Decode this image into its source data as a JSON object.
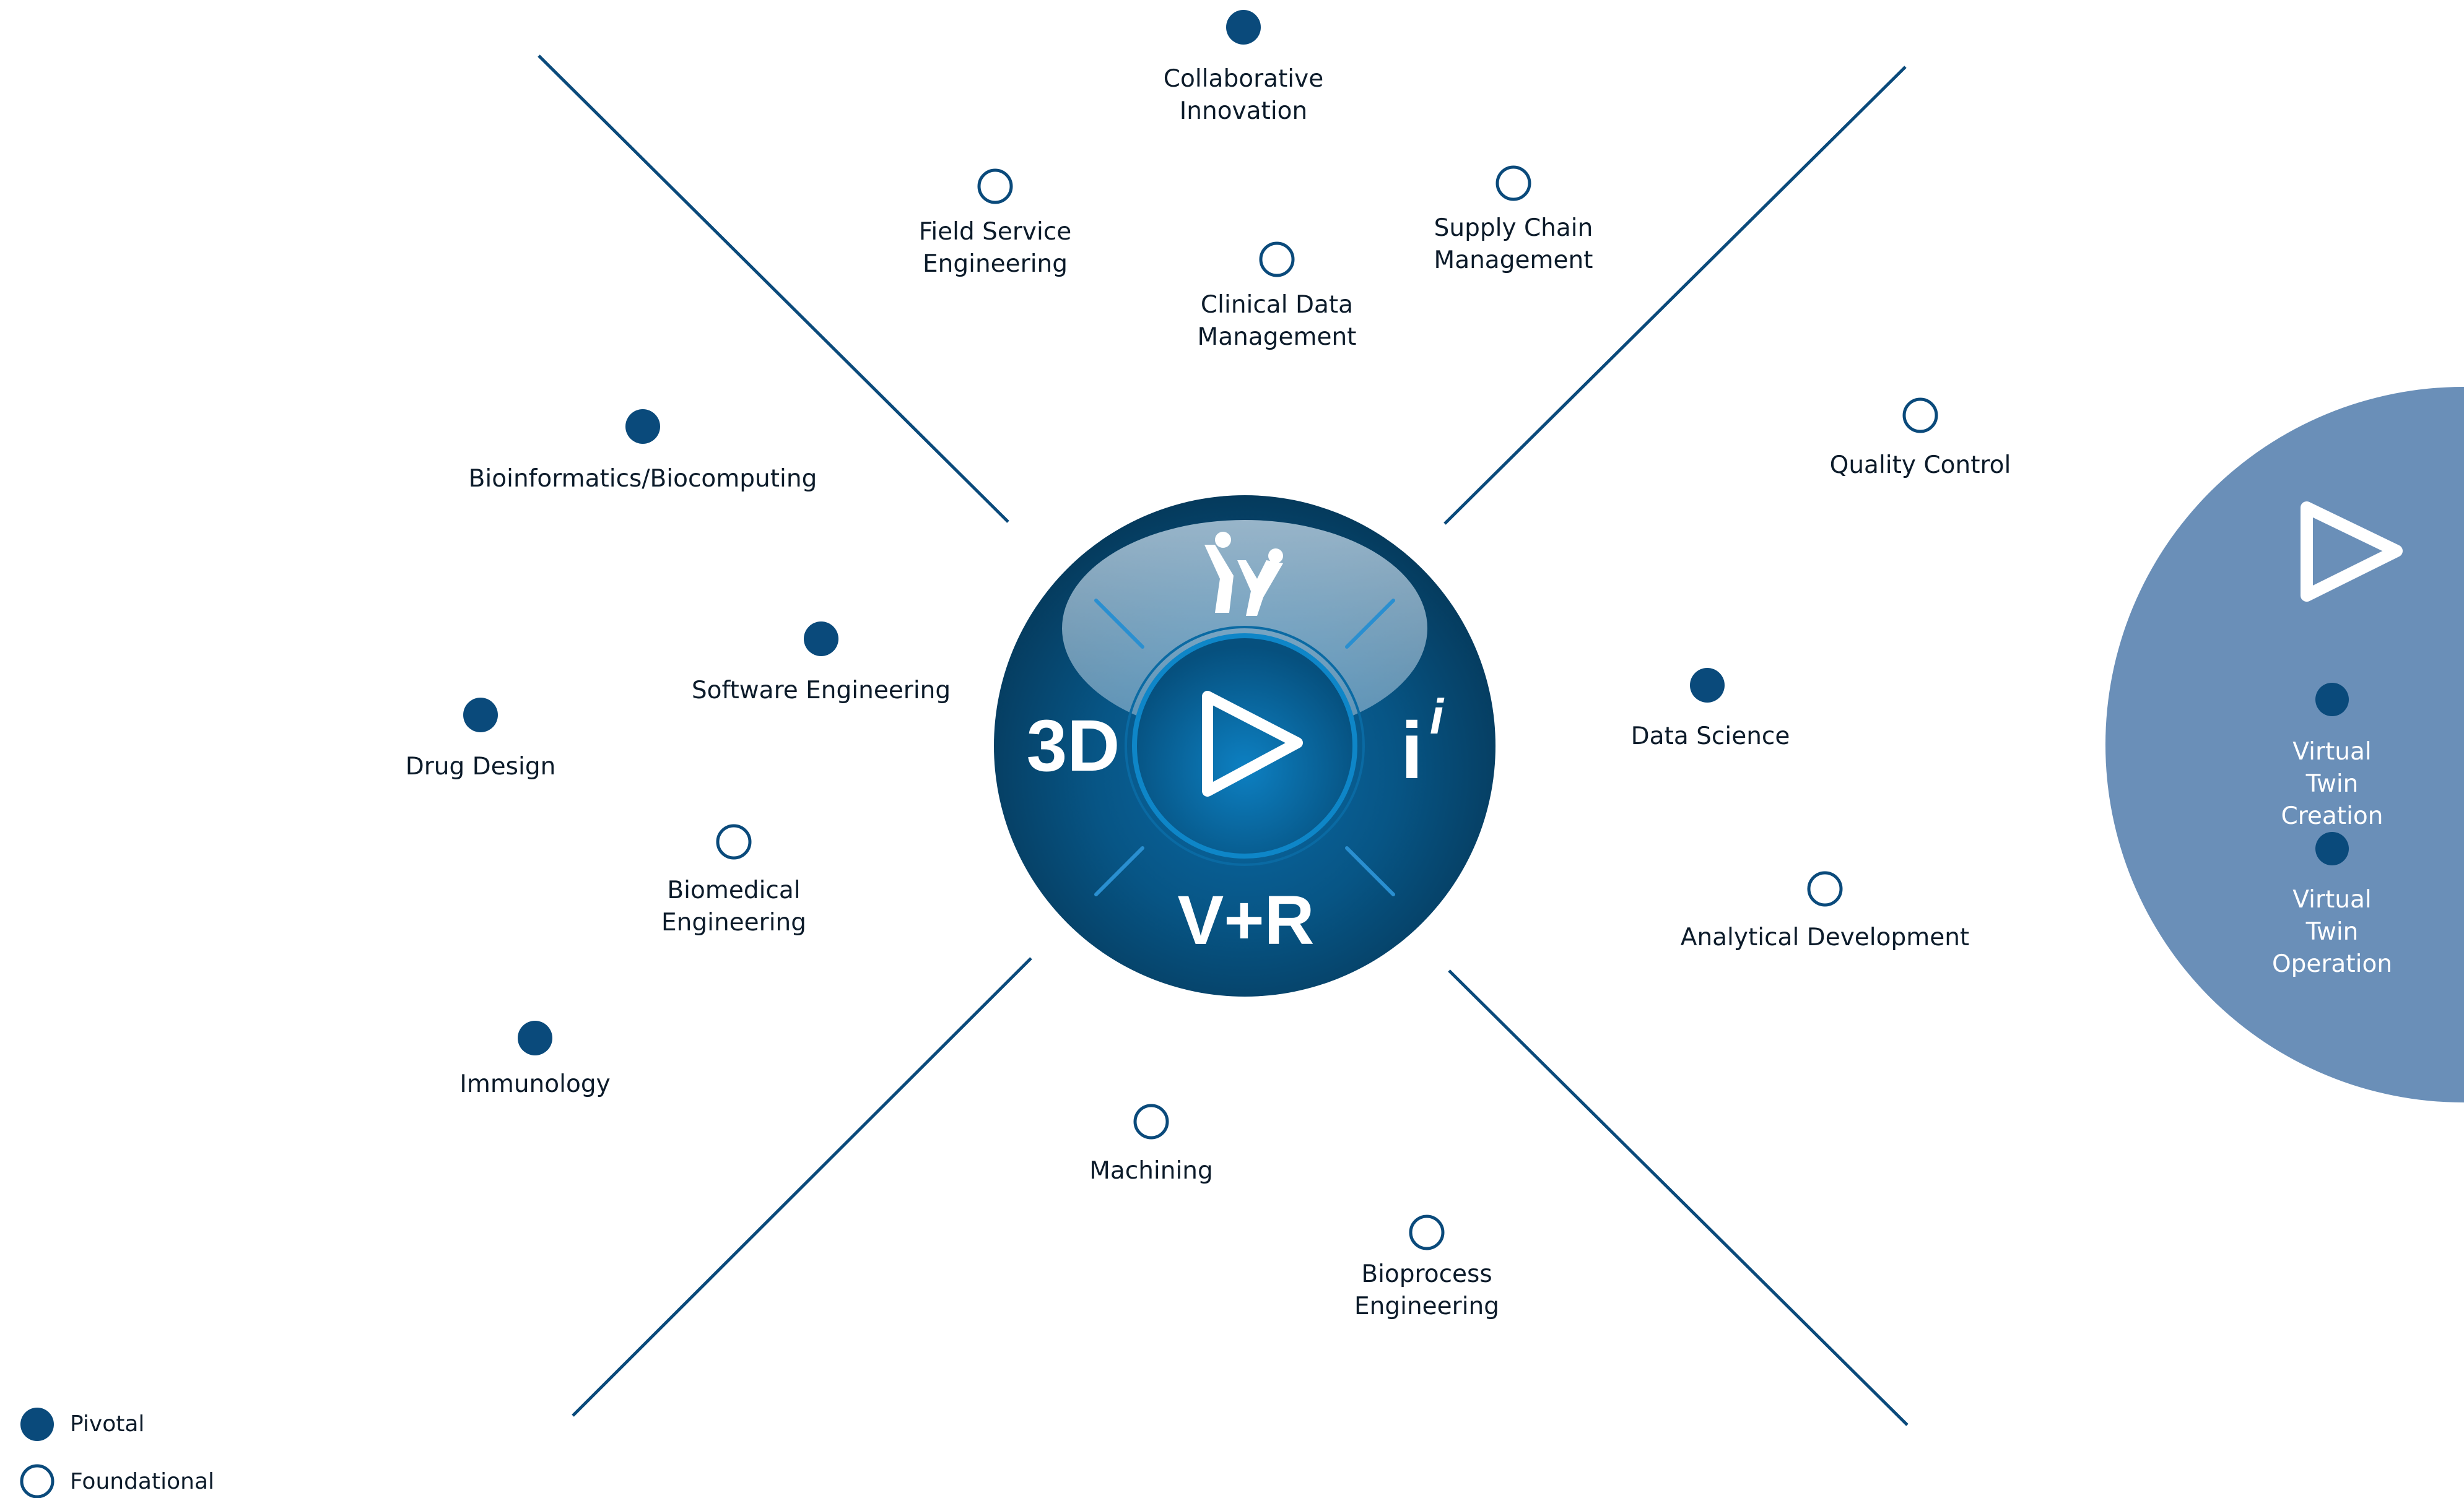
{
  "colors": {
    "pivotal": "#0a4a7b",
    "spoke": "#0a4a7b",
    "right_panel": "#6a8fb8",
    "text": "#0c1b2a"
  },
  "center": {
    "top_logo_icon": "compass-people-icon",
    "left_text": "3D",
    "right_text": "i",
    "bottom_text": "V+R",
    "center_icon": "play-icon"
  },
  "nodes": [
    {
      "id": "collaborative-innovation",
      "type": "pivotal",
      "label": "Collaborative\nInnovation"
    },
    {
      "id": "field-service-engineering",
      "type": "foundational",
      "label": "Field Service\nEngineering"
    },
    {
      "id": "supply-chain-management",
      "type": "foundational",
      "label": "Supply Chain\nManagement"
    },
    {
      "id": "clinical-data-management",
      "type": "foundational",
      "label": "Clinical Data\nManagement"
    },
    {
      "id": "bioinformatics-biocomputing",
      "type": "pivotal",
      "label": "Bioinformatics/Biocomputing"
    },
    {
      "id": "quality-control",
      "type": "foundational",
      "label": "Quality Control"
    },
    {
      "id": "software-engineering",
      "type": "pivotal",
      "label": "Software Engineering"
    },
    {
      "id": "drug-design",
      "type": "pivotal",
      "label": "Drug Design"
    },
    {
      "id": "data-science",
      "type": "pivotal",
      "label": "Data Science"
    },
    {
      "id": "biomedical-engineering",
      "type": "foundational",
      "label": "Biomedical\nEngineering"
    },
    {
      "id": "analytical-development",
      "type": "foundational",
      "label": "Analytical Development"
    },
    {
      "id": "immunology",
      "type": "pivotal",
      "label": "Immunology"
    },
    {
      "id": "machining",
      "type": "foundational",
      "label": "Machining"
    },
    {
      "id": "bioprocess-engineering",
      "type": "foundational",
      "label": "Bioprocess\nEngineering"
    }
  ],
  "right_panel": {
    "icon": "play-outline-icon",
    "items": [
      {
        "id": "virtual-twin-creation",
        "type": "pivotal",
        "label": "Virtual Twin\nCreation"
      },
      {
        "id": "virtual-twin-operation",
        "type": "pivotal",
        "label": "Virtual Twin\nOperation"
      }
    ]
  },
  "legend": [
    {
      "type": "pivotal",
      "label": "Pivotal"
    },
    {
      "type": "foundational",
      "label": "Foundational"
    }
  ]
}
